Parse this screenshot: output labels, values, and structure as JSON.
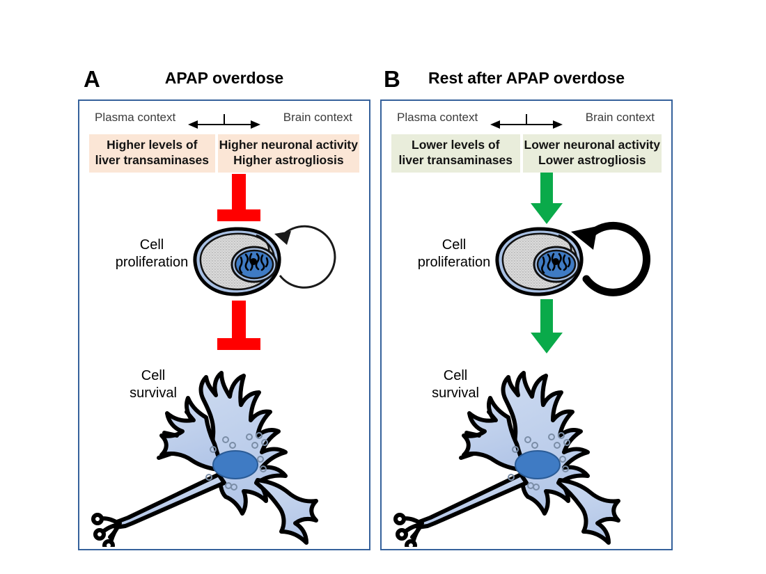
{
  "figure": {
    "type": "two-panel schematic",
    "background": "#ffffff"
  },
  "colors": {
    "panel_border": "#35619B",
    "inhibition_red": "#FF0000",
    "activation_green": "#0AAA4A",
    "peach_box": "#FBE6D6",
    "olive_box": "#E9EDDB",
    "neuron_body": "#C7D7EF",
    "neuron_nucleus": "#4A7FC1",
    "cell_cytoplasm": "#D8D8D8",
    "cell_membrane": "#A9C1E4",
    "text": "#000000",
    "context_text": "#3b3b3b"
  },
  "panels": [
    {
      "letter": "A",
      "title": "APAP overdose",
      "context_left": "Plasma context",
      "context_right": "Brain context",
      "statement_left": [
        "Higher levels of",
        "liver transaminases"
      ],
      "statement_right": [
        "Higher neuronal activity",
        "Higher astrogliosis"
      ],
      "statement_style": "peach",
      "process_1": [
        "Cell",
        "proliferation"
      ],
      "process_2": [
        "Cell",
        "survival"
      ],
      "connector_1": "inhibition-bar",
      "connector_2": "inhibition-bar",
      "cycle_arrow": "thin-circular-arrow"
    },
    {
      "letter": "B",
      "title": "Rest after APAP overdose",
      "context_left": "Plasma context",
      "context_right": "Brain context",
      "statement_left": [
        "Lower levels of",
        "liver transaminases"
      ],
      "statement_right": [
        "Lower neuronal activity",
        "Lower astrogliosis"
      ],
      "statement_style": "olive",
      "process_1": [
        "Cell",
        "proliferation"
      ],
      "process_2": [
        "Cell",
        "survival"
      ],
      "connector_1": "green-down-arrow",
      "connector_2": "green-down-arrow",
      "cycle_arrow": "thick-circular-arrow"
    }
  ],
  "icons": {
    "context_double_arrow": "double-headed-arrow-with-tick",
    "proliferating_cell": "dividing-cell-icon",
    "neuron": "neuron-icon"
  }
}
